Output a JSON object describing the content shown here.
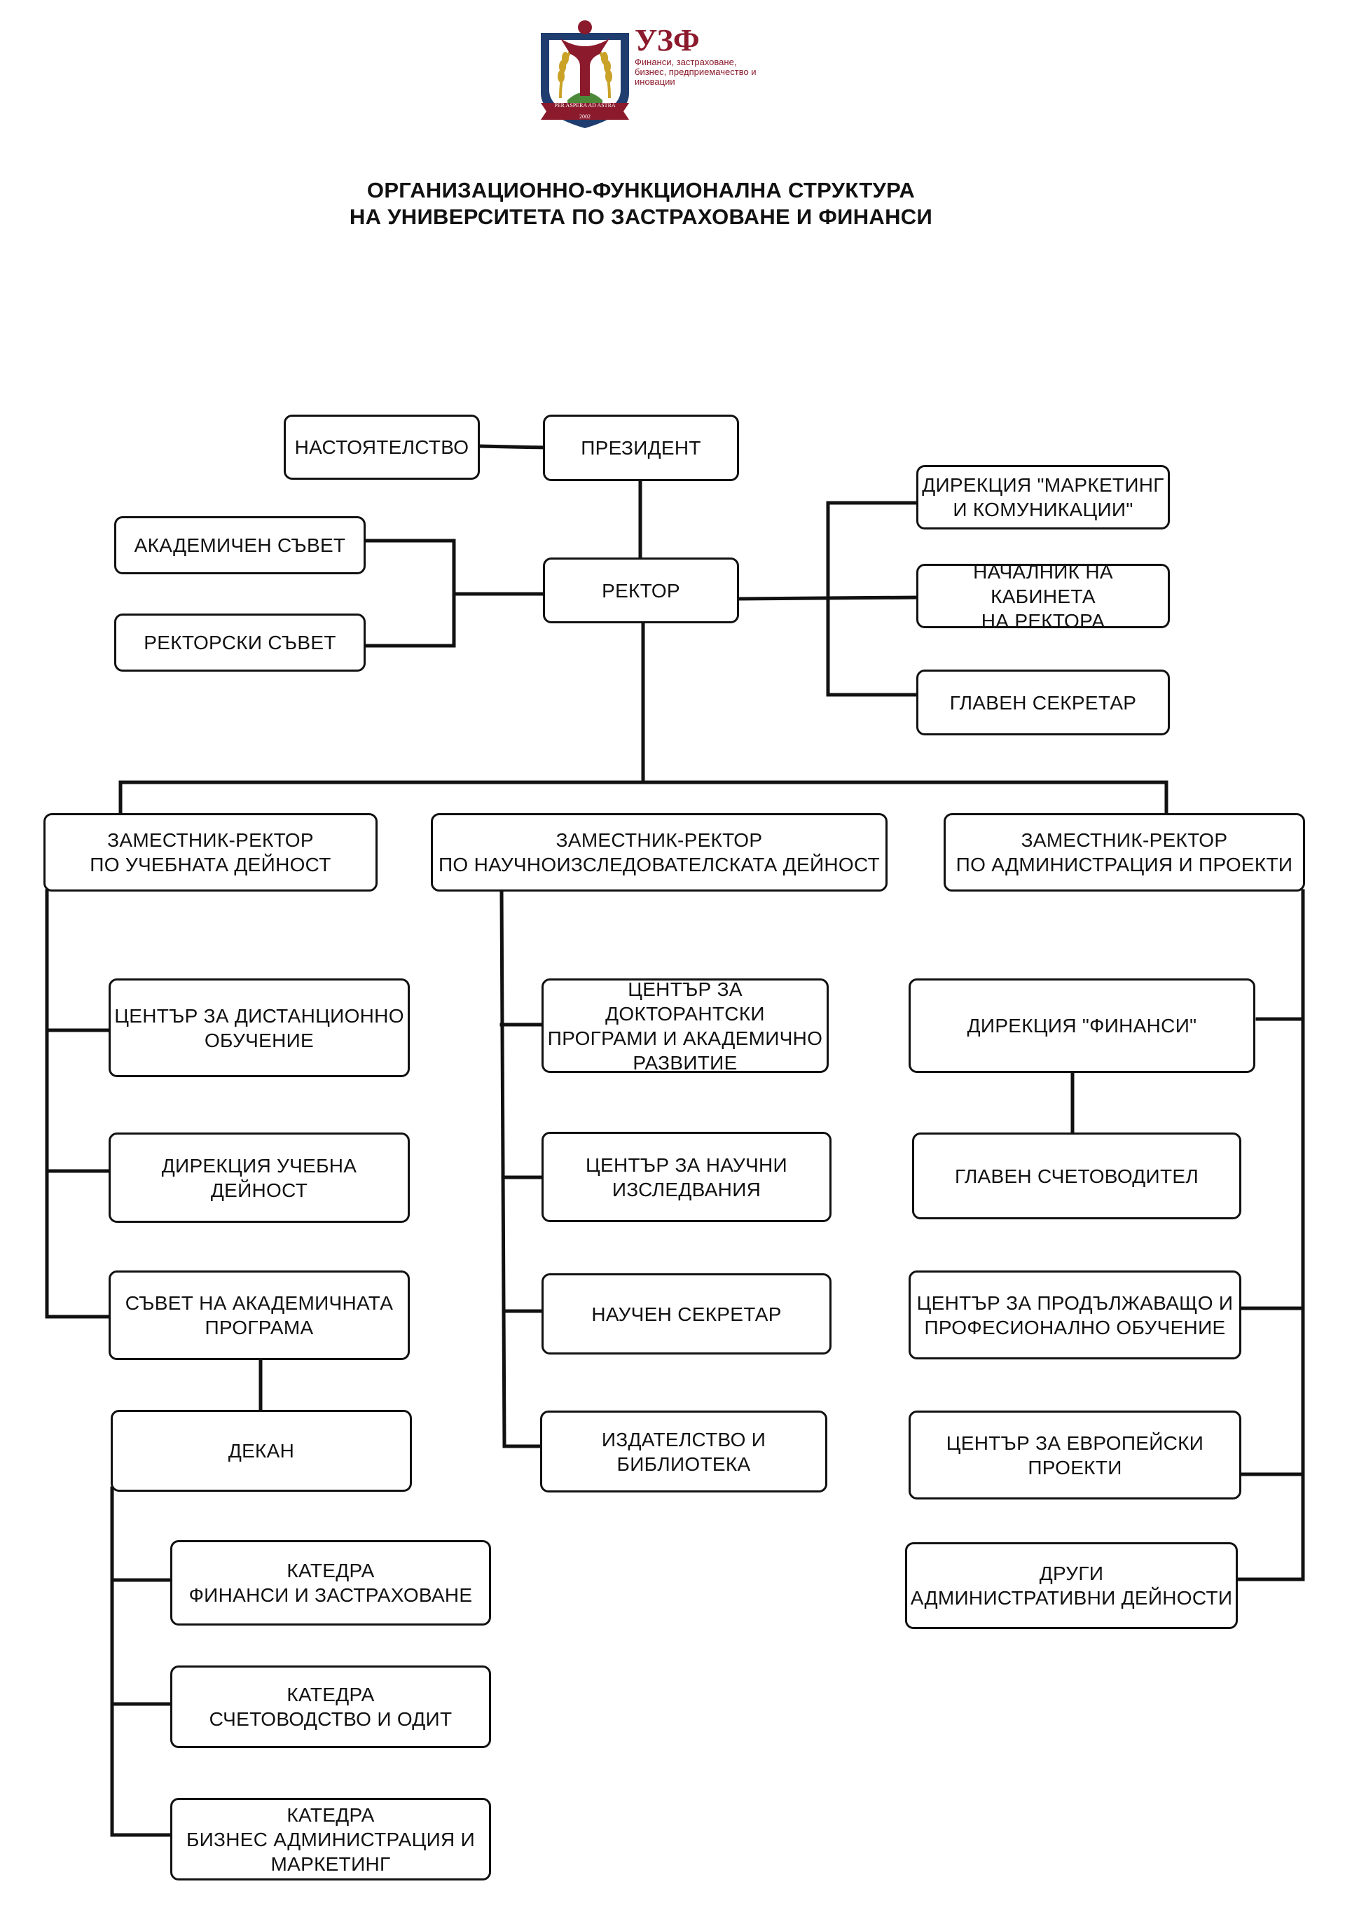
{
  "header": {
    "logo_abbr": "УЗФ",
    "logo_tagline": "Финанси, застраховане, бизнес, предприемачество и иновации",
    "logo_motto": "PER ASPERA AD ASTRA",
    "logo_year": "2002"
  },
  "title": {
    "line1": "ОРГАНИЗАЦИОННО-ФУНКЦИОНАЛНА СТРУКТУРА",
    "line2": "НА УНИВЕРСИТЕТА ПО ЗАСТРАХОВАНЕ И ФИНАНСИ"
  },
  "boxes": {
    "nastoyatelstvo": "НАСТОЯТЕЛСТВО",
    "president": "ПРЕЗИДЕНТ",
    "akademichen_savet": "АКАДЕМИЧЕН СЪВЕТ",
    "rektorski_savet": "РЕКТОРСКИ СЪВЕТ",
    "rektor": "РЕКТОР",
    "dir_marketing": "ДИРЕКЦИЯ \"МАРКЕТИНГ\nИ КОМУНИКАЦИИ\"",
    "nachalnik_kabineta": "НАЧАЛНИК НА КАБИНЕТА\nНА РЕКТОРА",
    "glaven_sekretar": "ГЛАВЕН СЕКРЕТАР",
    "zr_uchebna": "ЗАМЕСТНИК-РЕКТОР\nПО УЧЕБНАТА ДЕЙНОСТ",
    "zr_nauchno": "ЗАМЕСТНИК-РЕКТОР\nПО НАУЧНОИЗСЛЕДОВАТЕЛСКАТА ДЕЙНОСТ",
    "zr_admin": "ЗАМЕСТНИК-РЕКТОР\nПО АДМИНИСТРАЦИЯ И ПРОЕКТИ",
    "centar_distancionno": "ЦЕНТЪР ЗА ДИСТАНЦИОННО\nОБУЧЕНИЕ",
    "dir_uchebna": "ДИРЕКЦИЯ УЧЕБНА ДЕЙНОСТ",
    "savet_programa": "СЪВЕТ НА АКАДЕМИЧНАТА\nПРОГРАМА",
    "dekan": "ДЕКАН",
    "katedra_finansi": "КАТЕДРА\nФИНАНСИ И ЗАСТРАХОВАНЕ",
    "katedra_schetovodstvo": "КАТЕДРА\nСЧЕТОВОДСТВО И ОДИТ",
    "katedra_biznes": "КАТЕДРА\nБИЗНЕС АДМИНИСТРАЦИЯ   И\nМАРКЕТИНГ",
    "centar_doktorantski": "ЦЕНТЪР ЗА ДОКТОРАНТСКИ\nПРОГРАМИ И АКАДЕМИЧНО\nРАЗВИТИЕ",
    "centar_nauchni": "ЦЕНТЪР ЗА НАУЧНИ\nИЗСЛЕДВАНИЯ",
    "nauchen_sekretar": "НАУЧЕН СЕКРЕТАР",
    "izdatelstvo": "ИЗДАТЕЛСТВО И\nБИБЛИОТЕКА",
    "dir_finansi": "ДИРЕКЦИЯ \"ФИНАНСИ\"",
    "glaven_schetovoditel": "ГЛАВЕН СЧЕТОВОДИТЕЛ",
    "centar_prodalzhavashto": "ЦЕНТЪР ЗА ПРОДЪЛЖАВАЩО И\nПРОФЕСИОНАЛНО ОБУЧЕНИЕ",
    "centar_evropeyski": "ЦЕНТЪР ЗА ЕВРОПЕЙСКИ\nПРОЕКТИ",
    "drugi_admin": "ДРУГИ\nАДМИНИСТРАТИВНИ ДЕЙНОСТИ"
  },
  "colors": {
    "brand": "#8b1a2c",
    "logo_blue": "#1f3d6e",
    "logo_gold": "#c9a227",
    "logo_green": "#4c8a3a",
    "line": "#111111"
  }
}
